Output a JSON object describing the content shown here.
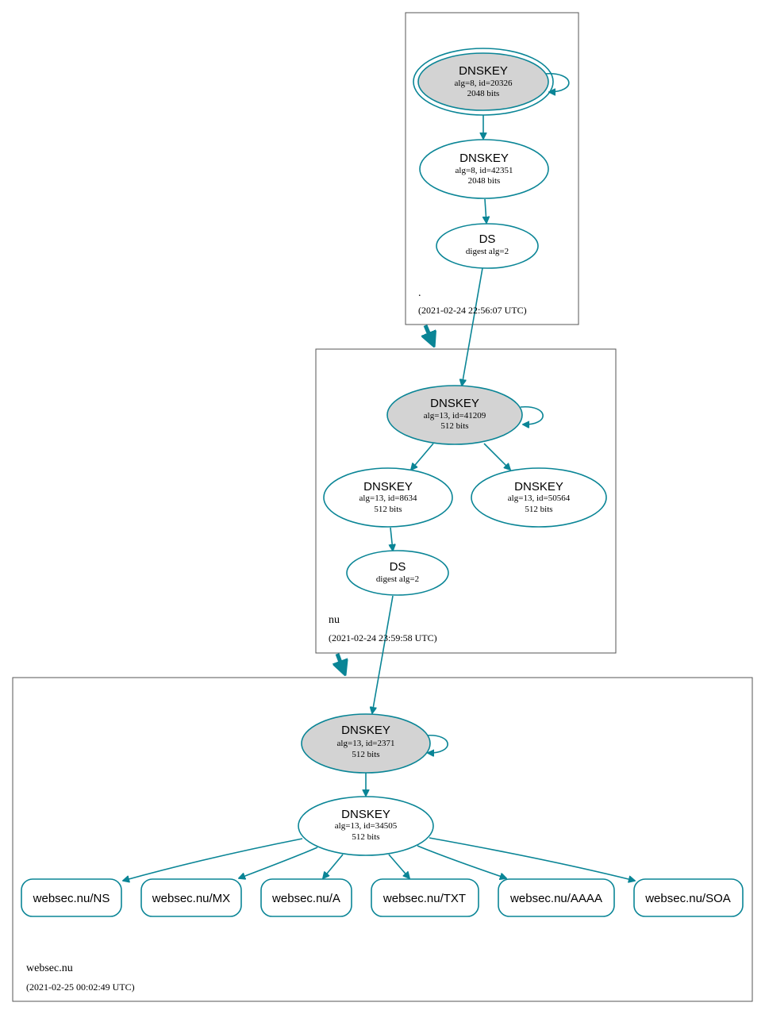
{
  "colors": {
    "edge": "#0a8596",
    "ksk_fill": "#d3d3d3",
    "box": "#555555"
  },
  "zones": {
    "root": {
      "name": ".",
      "timestamp": "(2021-02-24 22:56:07 UTC)",
      "ksk": {
        "type": "DNSKEY",
        "line1": "alg=8, id=20326",
        "line2": "2048 bits"
      },
      "zsk": {
        "type": "DNSKEY",
        "line1": "alg=8, id=42351",
        "line2": "2048 bits"
      },
      "ds": {
        "type": "DS",
        "line1": "digest alg=2"
      }
    },
    "nu": {
      "name": "nu",
      "timestamp": "(2021-02-24 23:59:58 UTC)",
      "ksk": {
        "type": "DNSKEY",
        "line1": "alg=13, id=41209",
        "line2": "512 bits"
      },
      "zsk1": {
        "type": "DNSKEY",
        "line1": "alg=13, id=8634",
        "line2": "512 bits"
      },
      "zsk2": {
        "type": "DNSKEY",
        "line1": "alg=13, id=50564",
        "line2": "512 bits"
      },
      "ds": {
        "type": "DS",
        "line1": "digest alg=2"
      }
    },
    "websec": {
      "name": "websec.nu",
      "timestamp": "(2021-02-25 00:02:49 UTC)",
      "ksk": {
        "type": "DNSKEY",
        "line1": "alg=13, id=2371",
        "line2": "512 bits"
      },
      "zsk": {
        "type": "DNSKEY",
        "line1": "alg=13, id=34505",
        "line2": "512 bits"
      },
      "rrsets": [
        "websec.nu/NS",
        "websec.nu/MX",
        "websec.nu/A",
        "websec.nu/TXT",
        "websec.nu/AAAA",
        "websec.nu/SOA"
      ]
    }
  }
}
